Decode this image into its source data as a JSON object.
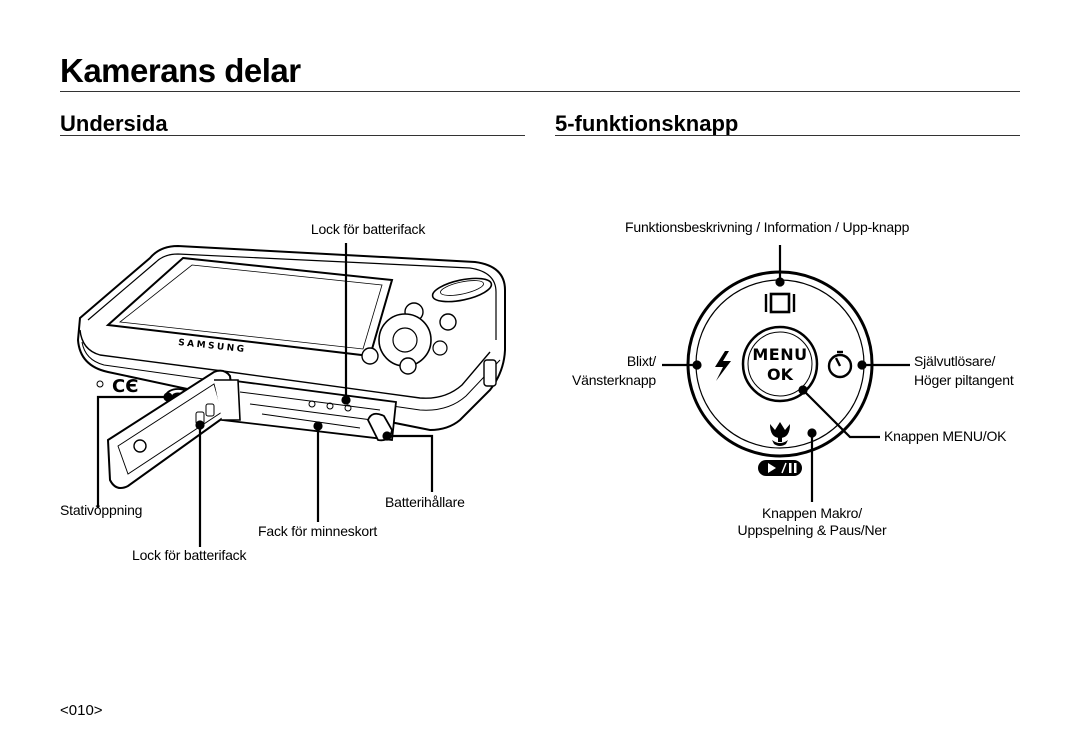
{
  "page": {
    "title": "Kamerans delar",
    "page_number": "<010>"
  },
  "left_section": {
    "heading": "Undersida",
    "brand_logo": "SAMSUNG",
    "labels": {
      "battery_lock_top": "Lock för batterifack",
      "tripod": "Stativöppning",
      "battery_holder": "Batterihållare",
      "memory_card_slot": "Fack för minneskort",
      "battery_lock_bottom": "Lock för batterifack"
    }
  },
  "right_section": {
    "heading": "5-funktionsknapp",
    "dial_center_text": [
      "MENU",
      "OK"
    ],
    "labels": {
      "up": "Funktionsbeskrivning / Information / Upp-knapp",
      "left_line1": "Blixt/",
      "left_line2": "Vänsterknapp",
      "right_line1": "Självutlösare/",
      "right_line2": "Höger piltangent",
      "menu_ok": "Knappen MENU/OK",
      "down_line1": "Knappen Makro/",
      "down_line2": "Uppspelning & Paus/Ner"
    }
  },
  "icons": [
    "display-mode-icon",
    "flash-icon",
    "self-timer-icon",
    "macro-icon",
    "play-pause-icon"
  ]
}
